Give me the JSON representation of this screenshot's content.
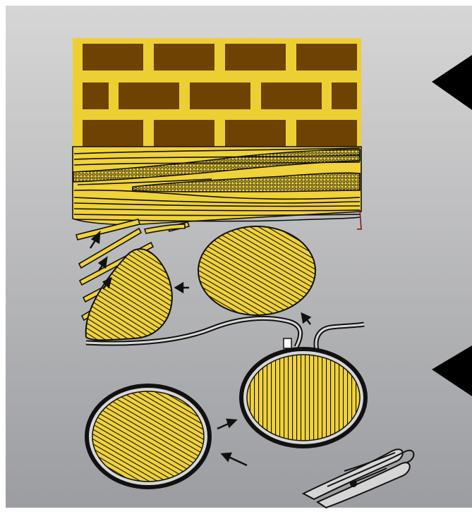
{
  "diagram": {
    "colors": {
      "panel_top": "#d6d6d6",
      "panel_bottom": "#9c9da1",
      "brick": "#6e4202",
      "mortar": "#ecd033",
      "fiber_fill": "#f0d23a",
      "outline": "#111111",
      "pointer": "#000000"
    },
    "elements": [
      "brick-wall",
      "fibrous-layer",
      "elongated-fibrils",
      "fibril-bundle",
      "fibril-aggregate",
      "secretory-vesicle",
      "cytoplasmic-vacuole",
      "golgi-stack",
      "plasma-membrane",
      "arrows",
      "pointer-triangles"
    ]
  }
}
